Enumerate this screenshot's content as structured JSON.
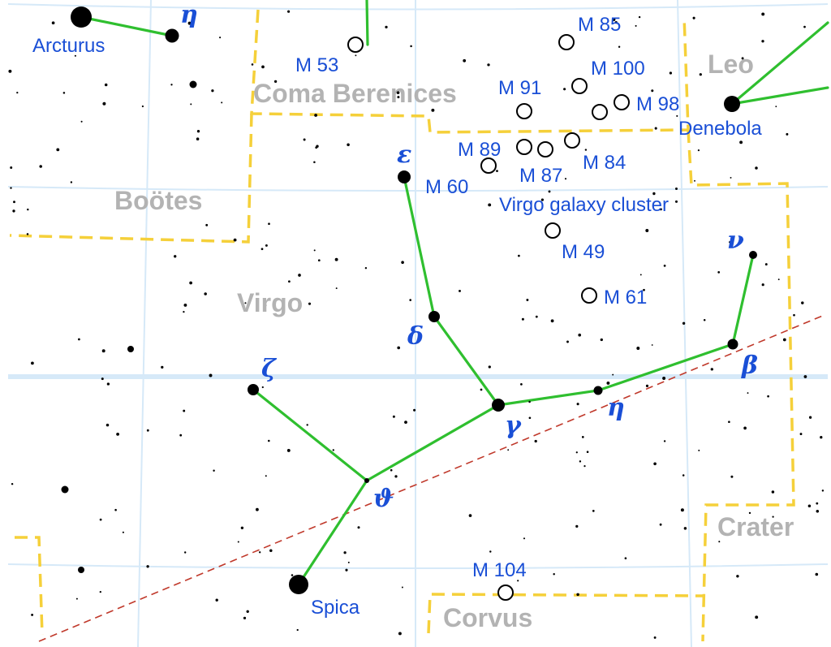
{
  "colors": {
    "background": "#ffffff",
    "grid": "#d6e9f8",
    "boundary": "#f5d03a",
    "stick_figure": "#2fbf2f",
    "ecliptic": "#c0392b",
    "label_blue": "#1a4fd6",
    "constellation_name": "#b3b3b3",
    "stars": "#000000"
  },
  "constellations": {
    "coma": "Coma Berenices",
    "bootes": "Boötes",
    "virgo": "Virgo",
    "leo": "Leo",
    "crater": "Crater",
    "corvus": "Corvus"
  },
  "stars": {
    "arcturus": "Arcturus",
    "denebola": "Denebola",
    "spica": "Spica"
  },
  "greek": {
    "eta_bootes": "η",
    "epsilon": "ε",
    "delta": "δ",
    "zeta": "ζ",
    "gamma": "γ",
    "eta_virgo": "η",
    "theta": "ϑ",
    "beta": "β",
    "nu": "ν"
  },
  "messier": {
    "m53": "M 53",
    "m85": "M 85",
    "m100": "M 100",
    "m91": "M 91",
    "m98": "M 98",
    "m89": "M 89",
    "m84": "M 84",
    "m87": "M 87",
    "m60": "M 60",
    "m49": "M 49",
    "m61": "M 61",
    "m104": "M 104"
  },
  "cluster_label": "Virgo galaxy cluster",
  "icons": {
    "bright_star": "filled-circle",
    "messier_object": "hollow-circle",
    "ecliptic": "dashed-red-line",
    "boundary": "dashed-yellow-line"
  }
}
